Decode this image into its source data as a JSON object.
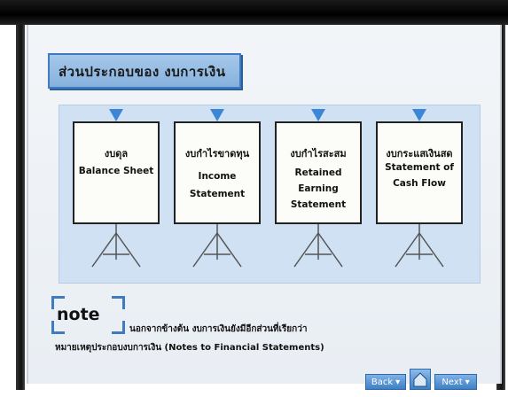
{
  "title": "ส่วนประกอบของ งบการเงิน",
  "boards": [
    {
      "heading": "งบดุล",
      "lines": [
        "Balance Sheet"
      ]
    },
    {
      "heading": "งบกำไรขาดทุน",
      "lines": [
        "Income",
        "Statement"
      ]
    },
    {
      "heading": "งบกำไรสะสม",
      "lines": [
        "Retained",
        "Earning",
        "Statement"
      ]
    },
    {
      "heading": "งบกระแสเงินสด",
      "lines": [
        "Statement of",
        "Cash Flow"
      ]
    }
  ],
  "note": {
    "badge": "note",
    "line1": "นอกจากข้างต้น งบการเงินยังมีอีกส่วนที่เรียกว่า",
    "line2": "หมายเหตุประกอบงบการเงิน (Notes to Financial Statements)"
  },
  "nav": {
    "back": "Back",
    "next": "Next"
  },
  "colors": {
    "accent": "#3f7bbe",
    "panel": "#cfe1f2",
    "arrow": "#3d86d6"
  }
}
